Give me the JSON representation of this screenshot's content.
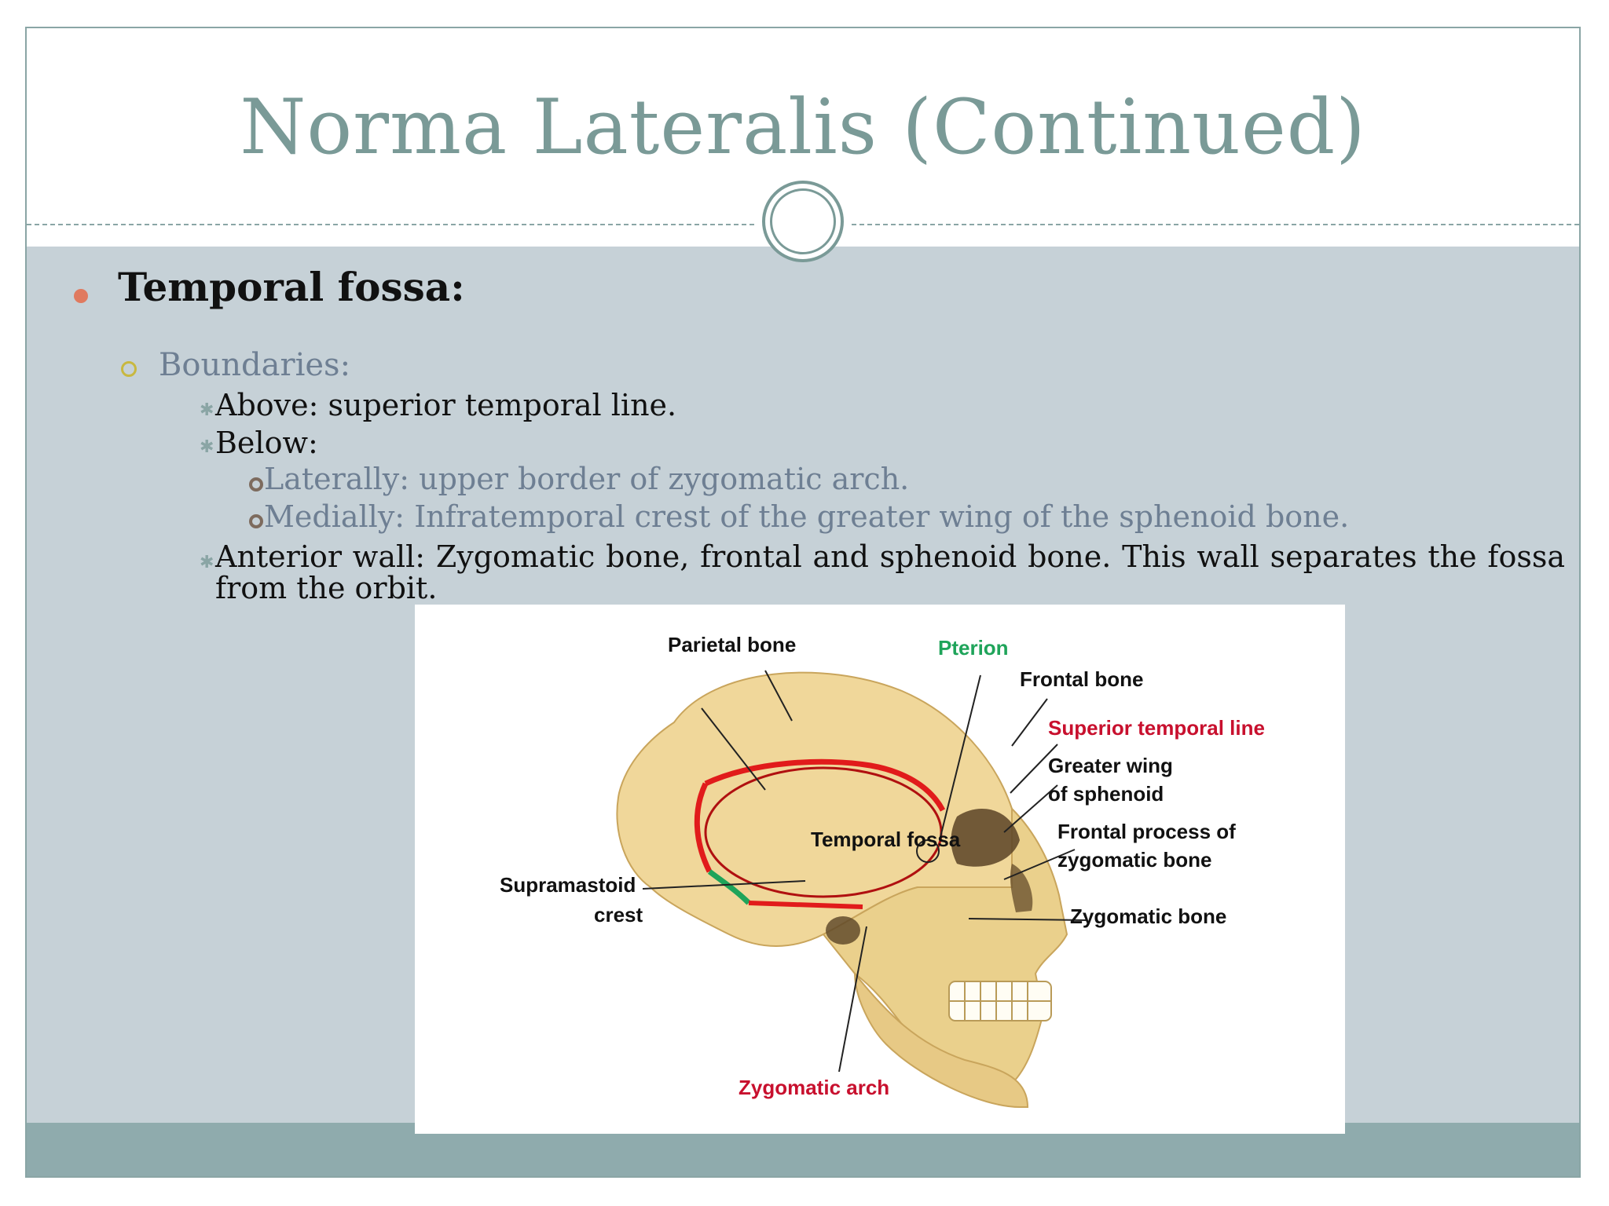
{
  "slide": {
    "title": "Norma Lateralis (Continued)"
  },
  "content": {
    "level1": "Temporal fossa:",
    "level2": "Boundaries:",
    "above": "Above: superior temporal line.",
    "below": "Below:",
    "laterally": "Laterally: upper border of zygomatic arch.",
    "medially": "Medially: Infratemporal crest of the greater wing of the sphenoid bone.",
    "anterior": "Anterior wall: Zygomatic bone, frontal and sphenoid bone. This wall separates the fossa from the orbit."
  },
  "figure": {
    "labels": {
      "parietal_bone": "Parietal bone",
      "pterion": "Pterion",
      "frontal_bone": "Frontal bone",
      "superior_temporal_line": "Superior temporal line",
      "greater_wing_1": "Greater wing",
      "greater_wing_2": "of sphenoid",
      "temporal_fossa": "Temporal fossa",
      "frontal_process_1": "Frontal process of",
      "frontal_process_2": "zygomatic bone",
      "supramastoid_1": "Supramastoid",
      "supramastoid_2": "crest",
      "zygomatic_bone": "Zygomatic bone",
      "zygomatic_arch": "Zygomatic arch"
    },
    "colors": {
      "red": "#c8102e",
      "green": "#1fa45a",
      "bone": "#f0d79a"
    }
  },
  "theme": {
    "title_color": "#7a9a97",
    "body_bg": "#c6d1d7",
    "footer_bg": "#8fabad",
    "bullet1_color": "#e07a5f",
    "bullet2_color": "#c8b840"
  }
}
